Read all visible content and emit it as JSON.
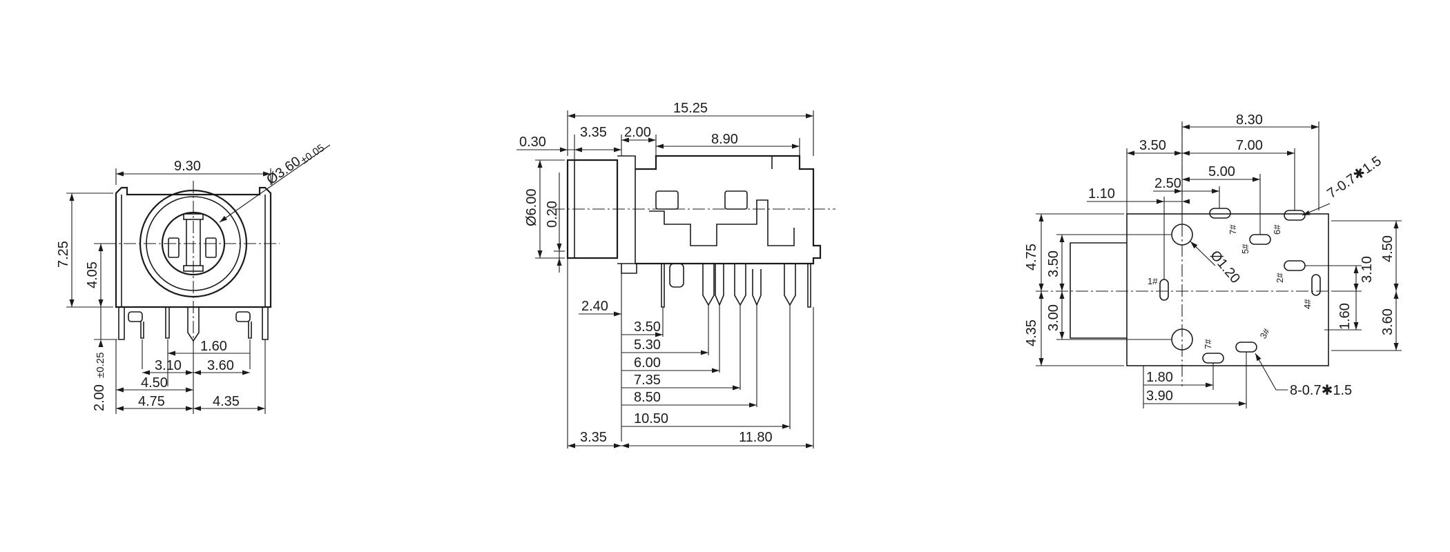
{
  "front_view": {
    "width": "9.30",
    "hole_dia": "Ø3.60",
    "hole_tol": "±0.05",
    "height": "7.25",
    "center_height": "4.05",
    "pin_offset_a": "1.60",
    "pin_offset_b": "3.10",
    "pin_offset_c": "3.60",
    "pin_offset_d": "4.50",
    "half_left": "4.75",
    "half_right": "4.35",
    "pin_length": "2.00",
    "pin_length_tol": "±0.25"
  },
  "side_view": {
    "overall_length": "15.25",
    "front_offset": "0.30",
    "flange": "3.35",
    "step": "2.00",
    "body_top": "8.90",
    "barrel_dia": "Ø6.00",
    "lip": "0.20",
    "stub": "2.40",
    "pin_3_50": "3.50",
    "pin_5_30": "5.30",
    "pin_6_00": "6.00",
    "pin_7_35": "7.35",
    "pin_8_50": "8.50",
    "pin_10_50": "10.50",
    "bottom_flange": "3.35",
    "bottom_span": "11.80"
  },
  "pcb_view": {
    "overall": "8.30",
    "to_center": "3.50",
    "span_7_00": "7.00",
    "span_5_00": "5.00",
    "span_2_50": "2.50",
    "span_1_10": "1.10",
    "slot_note_top": "7-0.7✱1.5",
    "hole_dia": "Ø1.20",
    "left_upper": "4.75",
    "left_upper_inner": "3.50",
    "left_lower": "4.35",
    "left_lower_inner": "3.00",
    "right_upper_inner": "3.10",
    "right_upper": "4.50",
    "right_lower_inner": "1.60",
    "right_lower": "3.60",
    "bottom_1_80": "1.80",
    "bottom_3_90": "3.90",
    "slot_note_bottom": "8-0.7✱1.5",
    "pin_labels": [
      "1#",
      "2#",
      "3#",
      "4#",
      "5#",
      "6#",
      "7#",
      "7#"
    ]
  }
}
